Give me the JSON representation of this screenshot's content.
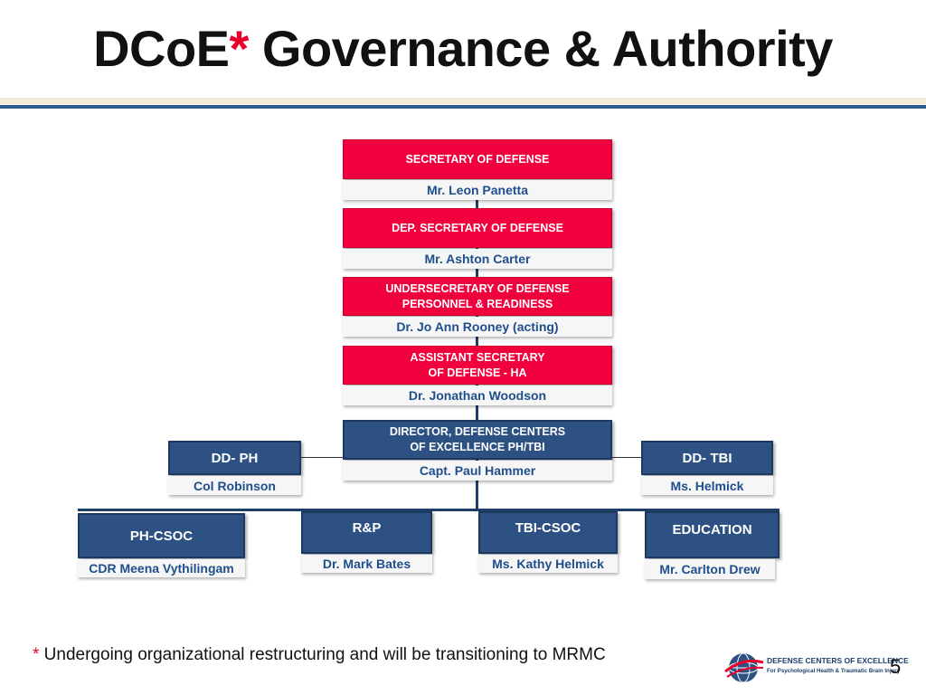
{
  "title": {
    "main": "DCoE",
    "star": "*",
    "rest": " Governance & Authority"
  },
  "org_chart": {
    "secdef": {
      "title": "SECRETARY OF DEFENSE",
      "name": "Mr. Leon Panetta"
    },
    "depsecdef": {
      "title": "DEP. SECRETARY OF DEFENSE",
      "name": "Mr. Ashton Carter"
    },
    "usd": {
      "title": "UNDERSECRETARY OF DEFENSE\nPERSONNEL & READINESS",
      "name": "Dr. Jo Ann Rooney (acting)"
    },
    "asd": {
      "title": "ASSISTANT SECRETARY\nOF DEFENSE - HA",
      "name": "Dr. Jonathan Woodson"
    },
    "director": {
      "title": "DIRECTOR, DEFENSE CENTERS\nOF EXCELLENCE PH/TBI",
      "name": "Capt. Paul Hammer"
    },
    "dd_ph": {
      "title": "DD- PH",
      "name": "Col Robinson"
    },
    "dd_tbi": {
      "title": "DD- TBI",
      "name": "Ms. Helmick"
    },
    "ph_csoc": {
      "title": "PH-CSOC",
      "name": "CDR Meena Vythilingam"
    },
    "rp": {
      "title": "R&P",
      "name": "Dr. Mark Bates"
    },
    "tbi_csoc": {
      "title": "TBI-CSOC",
      "name": "Ms. Kathy Helmick"
    },
    "education": {
      "title": "EDUCATION",
      "name": "Mr. Carlton Drew"
    }
  },
  "footnote": {
    "star": "*",
    "text": " Undergoing organizational restructuring and will be transitioning to MRMC"
  },
  "logo": {
    "icon": "globe-logo-icon",
    "line1": "DEFENSE CENTERS OF EXCELLENCE",
    "line2": "For Psychological Health & Traumatic Brain Injury"
  },
  "page_number": "5",
  "colors": {
    "red": "#f0003c",
    "blue": "#2c5182",
    "name_text": "#1f4e8c",
    "rule": "#2d5a8c"
  }
}
